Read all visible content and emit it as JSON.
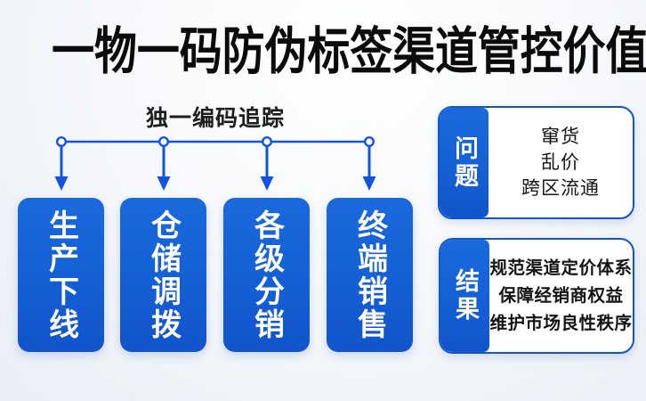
{
  "title": "一物一码防伪标签渠道管控价值",
  "tracking_label": "独一编码追踪",
  "colors": {
    "primary_blue": "#1561d6",
    "line_blue": "#1254e0",
    "border_blue": "#1255d0",
    "title_black": "#0b0b0b",
    "background_bottom": "#e9eef5",
    "stage_text_white": "#ffffff"
  },
  "stages": [
    {
      "label": "生产下线"
    },
    {
      "label": "仓储调拨"
    },
    {
      "label": "各级分销"
    },
    {
      "label": "终端销售"
    }
  ],
  "problem": {
    "tab": "问题",
    "items": [
      "窜货",
      "乱价",
      "跨区流通"
    ]
  },
  "result": {
    "tab": "结果",
    "items": [
      "规范渠道定价体系",
      "保障经销商权益",
      "维护市场良性秩序"
    ]
  }
}
